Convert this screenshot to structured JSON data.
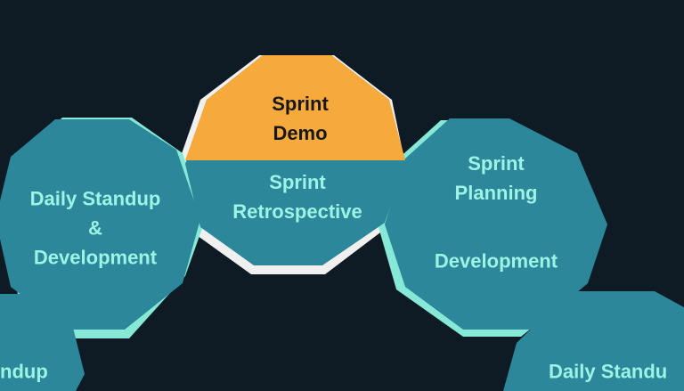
{
  "colors": {
    "background": "#0f1b24",
    "node_teal": "#2b8799",
    "node_orange": "#f7aa3c",
    "shadow_white": "#f0f0f0",
    "shadow_mint": "#86e8d6",
    "text_mint": "#9df3e4",
    "text_dark": "#18181b"
  },
  "diagram": {
    "nodes": [
      {
        "id": "sprint-demo",
        "label": "Sprint\nDemo"
      },
      {
        "id": "sprint-retrospective",
        "label": "Sprint\nRetrospective"
      },
      {
        "id": "daily-standup-development-left",
        "label": "Daily Standup\n&\nDevelopment"
      },
      {
        "id": "sprint-planning",
        "label": "Sprint\nPlanning"
      },
      {
        "id": "development",
        "label": "Development"
      },
      {
        "id": "daily-standup-bottom-left",
        "label": "ndup"
      },
      {
        "id": "daily-standup-bottom-right",
        "label": "Daily Standu"
      }
    ]
  }
}
